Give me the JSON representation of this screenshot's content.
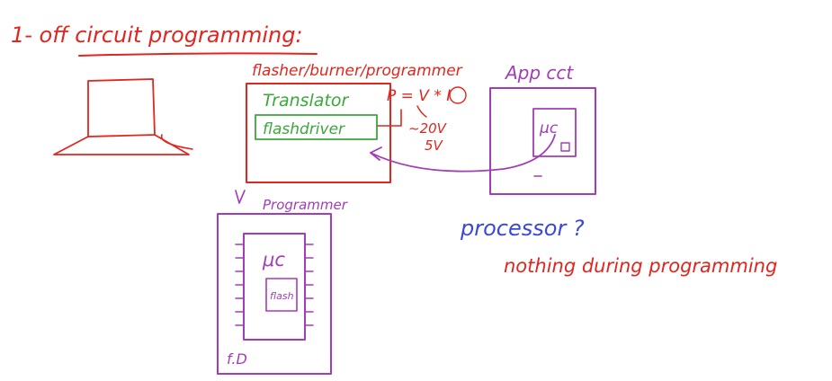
{
  "colors": {
    "red": "#e0261e",
    "purple": "#a23cb8",
    "green": "#3aa83a",
    "blue": "#3a48d8"
  },
  "texts": {
    "heading": "1- off circuit programming:",
    "flasher_label": "flasher/burner/programmer",
    "translator": "Translator",
    "flashdriver": "flashdriver",
    "power_eq": "P = V * I",
    "voltage_20v": "~20V",
    "voltage_5v": "5V",
    "app_label": "App cct",
    "mc_app": "μc",
    "programmer_label": "Programmer",
    "mc_chip": "μc",
    "flash": "flash",
    "fd": "f.D",
    "processor": "processor ?",
    "nothing": "nothing during programming"
  }
}
